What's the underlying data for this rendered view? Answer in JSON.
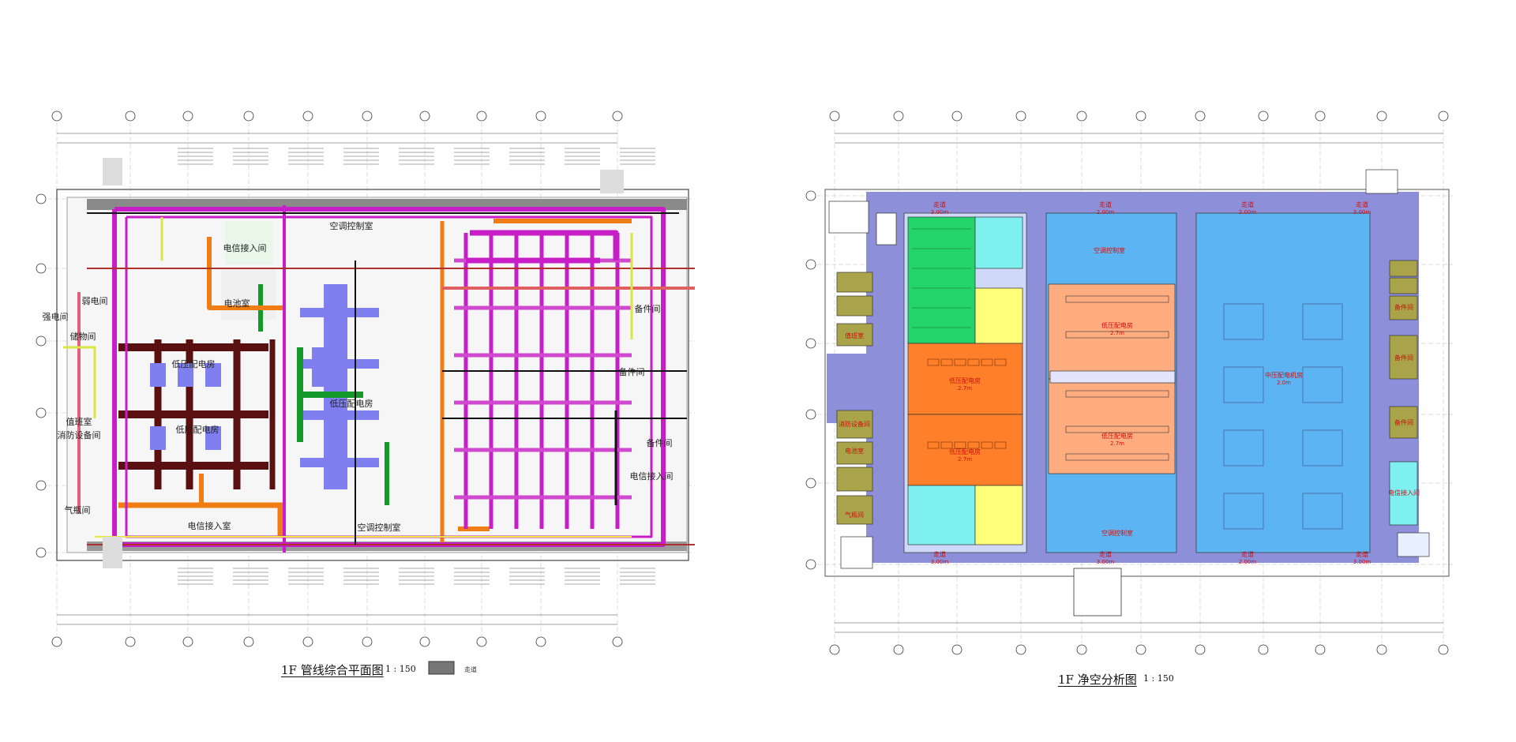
{
  "left_drawing": {
    "title": "1F 管线综合平面图",
    "scale": "1 : 150",
    "legend_label": "走道",
    "rooms": [
      {
        "id": "l-tele1",
        "label": "电信接入间"
      },
      {
        "id": "l-aircon1",
        "label": "空调控制室"
      },
      {
        "id": "l-battery",
        "label": "电池室"
      },
      {
        "id": "l-weak",
        "label": "弱电间"
      },
      {
        "id": "l-storage1",
        "label": "储物间"
      },
      {
        "id": "l-lowvolt1",
        "label": "低压配电房"
      },
      {
        "id": "l-lowvolt2",
        "label": "低压配电房"
      },
      {
        "id": "l-lowvolt3",
        "label": "低压配电房"
      },
      {
        "id": "l-spare1",
        "label": "备件间"
      },
      {
        "id": "l-spare2",
        "label": "备件间"
      },
      {
        "id": "l-spare3",
        "label": "备件间"
      },
      {
        "id": "l-tele2",
        "label": "电信接入间"
      },
      {
        "id": "l-tele3",
        "label": "电信接入室"
      },
      {
        "id": "l-aircon2",
        "label": "空调控制室"
      },
      {
        "id": "l-fire",
        "label": "消防设备间"
      },
      {
        "id": "l-gas",
        "label": "气瓶间"
      },
      {
        "id": "l-watch",
        "label": "值班室"
      },
      {
        "id": "l-strong",
        "label": "强电间"
      }
    ]
  },
  "right_drawing": {
    "title": "1F 净空分析图",
    "scale": "1 : 150",
    "zones": [
      {
        "id": "r-corr-top1",
        "label": "走道",
        "height": "3.00m"
      },
      {
        "id": "r-corr-top2",
        "label": "走道",
        "height": "2.00m"
      },
      {
        "id": "r-corr-top3",
        "label": "走道",
        "height": "2.00m"
      },
      {
        "id": "r-corr-top4",
        "label": "走道",
        "height": "3.00m"
      },
      {
        "id": "r-aircon1",
        "label": "空调控制室",
        "height": ""
      },
      {
        "id": "r-lowvolt1",
        "label": "低压配电房",
        "height": "2.7m"
      },
      {
        "id": "r-lowvolt2",
        "label": "低压配电房",
        "height": "2.7m"
      },
      {
        "id": "r-lowvolt3",
        "label": "低压配电房",
        "height": "2.7m"
      },
      {
        "id": "r-lowvolt4",
        "label": "低压配电房",
        "height": "2.7m"
      },
      {
        "id": "r-aircon2",
        "label": "空调控制室",
        "height": ""
      },
      {
        "id": "r-hv",
        "label": "中压配电机房",
        "height": "2.0m"
      },
      {
        "id": "r-spare1",
        "label": "备件间",
        "height": ""
      },
      {
        "id": "r-spare2",
        "label": "备件间",
        "height": ""
      },
      {
        "id": "r-spare3",
        "label": "备件间",
        "height": ""
      },
      {
        "id": "r-watch",
        "label": "值班室",
        "height": ""
      },
      {
        "id": "r-fire",
        "label": "消防设备间",
        "height": ""
      },
      {
        "id": "r-gas",
        "label": "气瓶间",
        "height": ""
      },
      {
        "id": "r-battery",
        "label": "电池室",
        "height": ""
      },
      {
        "id": "r-tele",
        "label": "电信接入间",
        "height": ""
      },
      {
        "id": "r-corr-bot1",
        "label": "走道",
        "height": "3.00m"
      },
      {
        "id": "r-corr-bot2",
        "label": "走道",
        "height": "3.00m"
      },
      {
        "id": "r-corr-bot3",
        "label": "走道",
        "height": "2.00m"
      },
      {
        "id": "r-corr-bot4",
        "label": "走道",
        "height": "3.00m"
      }
    ]
  },
  "colors": {
    "corridor": "#8d8fd8",
    "green_room": "#22d46a",
    "cyan_room": "#7ef0f0",
    "blue_room": "#5db4f2",
    "orange_room": "#ff7f2a",
    "salmon_room": "#ffad80",
    "yellow_room": "#ffff7a",
    "olive_room": "#a9a349",
    "pipe_magenta": "#c81ec8",
    "pipe_brown": "#5a1010",
    "pipe_orange": "#f07d14",
    "pipe_green": "#159a2a",
    "pipe_blue": "#7f7ff0"
  }
}
